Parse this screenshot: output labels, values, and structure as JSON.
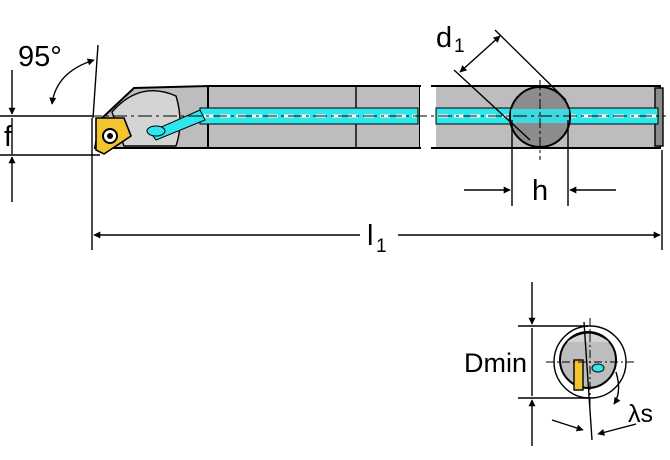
{
  "labels": {
    "angle": "95°",
    "f": "f",
    "d": "d",
    "d_sub": "1",
    "h": "h",
    "l": "l",
    "l_sub": "1",
    "dmin": "Dmin",
    "lambda": "λs"
  },
  "colors": {
    "body": "#bdbdbd",
    "body_dark": "#8c8c8c",
    "coolant": "#2ee6ec",
    "insert": "#f2c530",
    "line": "#000000",
    "background": "#ffffff"
  }
}
